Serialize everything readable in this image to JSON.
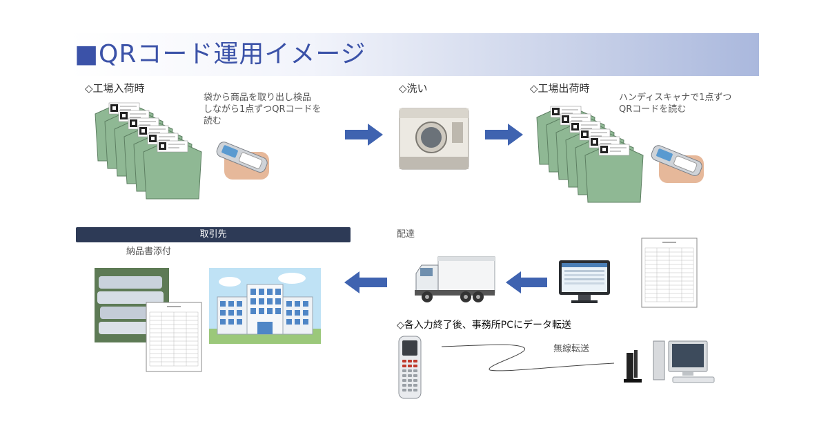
{
  "title": "■QRコード運用イメージ",
  "steps": {
    "factory_in": {
      "label": "◇工場入荷時",
      "note": [
        "袋から商品を取り出し検品",
        "しながら1点ずつQRコードを",
        "読む"
      ]
    },
    "wash": {
      "label": "◇洗い"
    },
    "factory_out": {
      "label": "◇工場出荷時",
      "note": [
        "ハンディスキャナで1点ずつ",
        "QRコードを読む"
      ]
    }
  },
  "client_bar": "取引先",
  "delivery_doc": "納品書添付",
  "delivery": "配達",
  "transfer_note": "◇各入力終了後、事務所PCにデータ転送",
  "wireless": "無線転送",
  "colors": {
    "title": "#3b52a8",
    "arrow": "#3f63b0",
    "bar": "#2d3a56",
    "shirt": "#8fb894"
  }
}
